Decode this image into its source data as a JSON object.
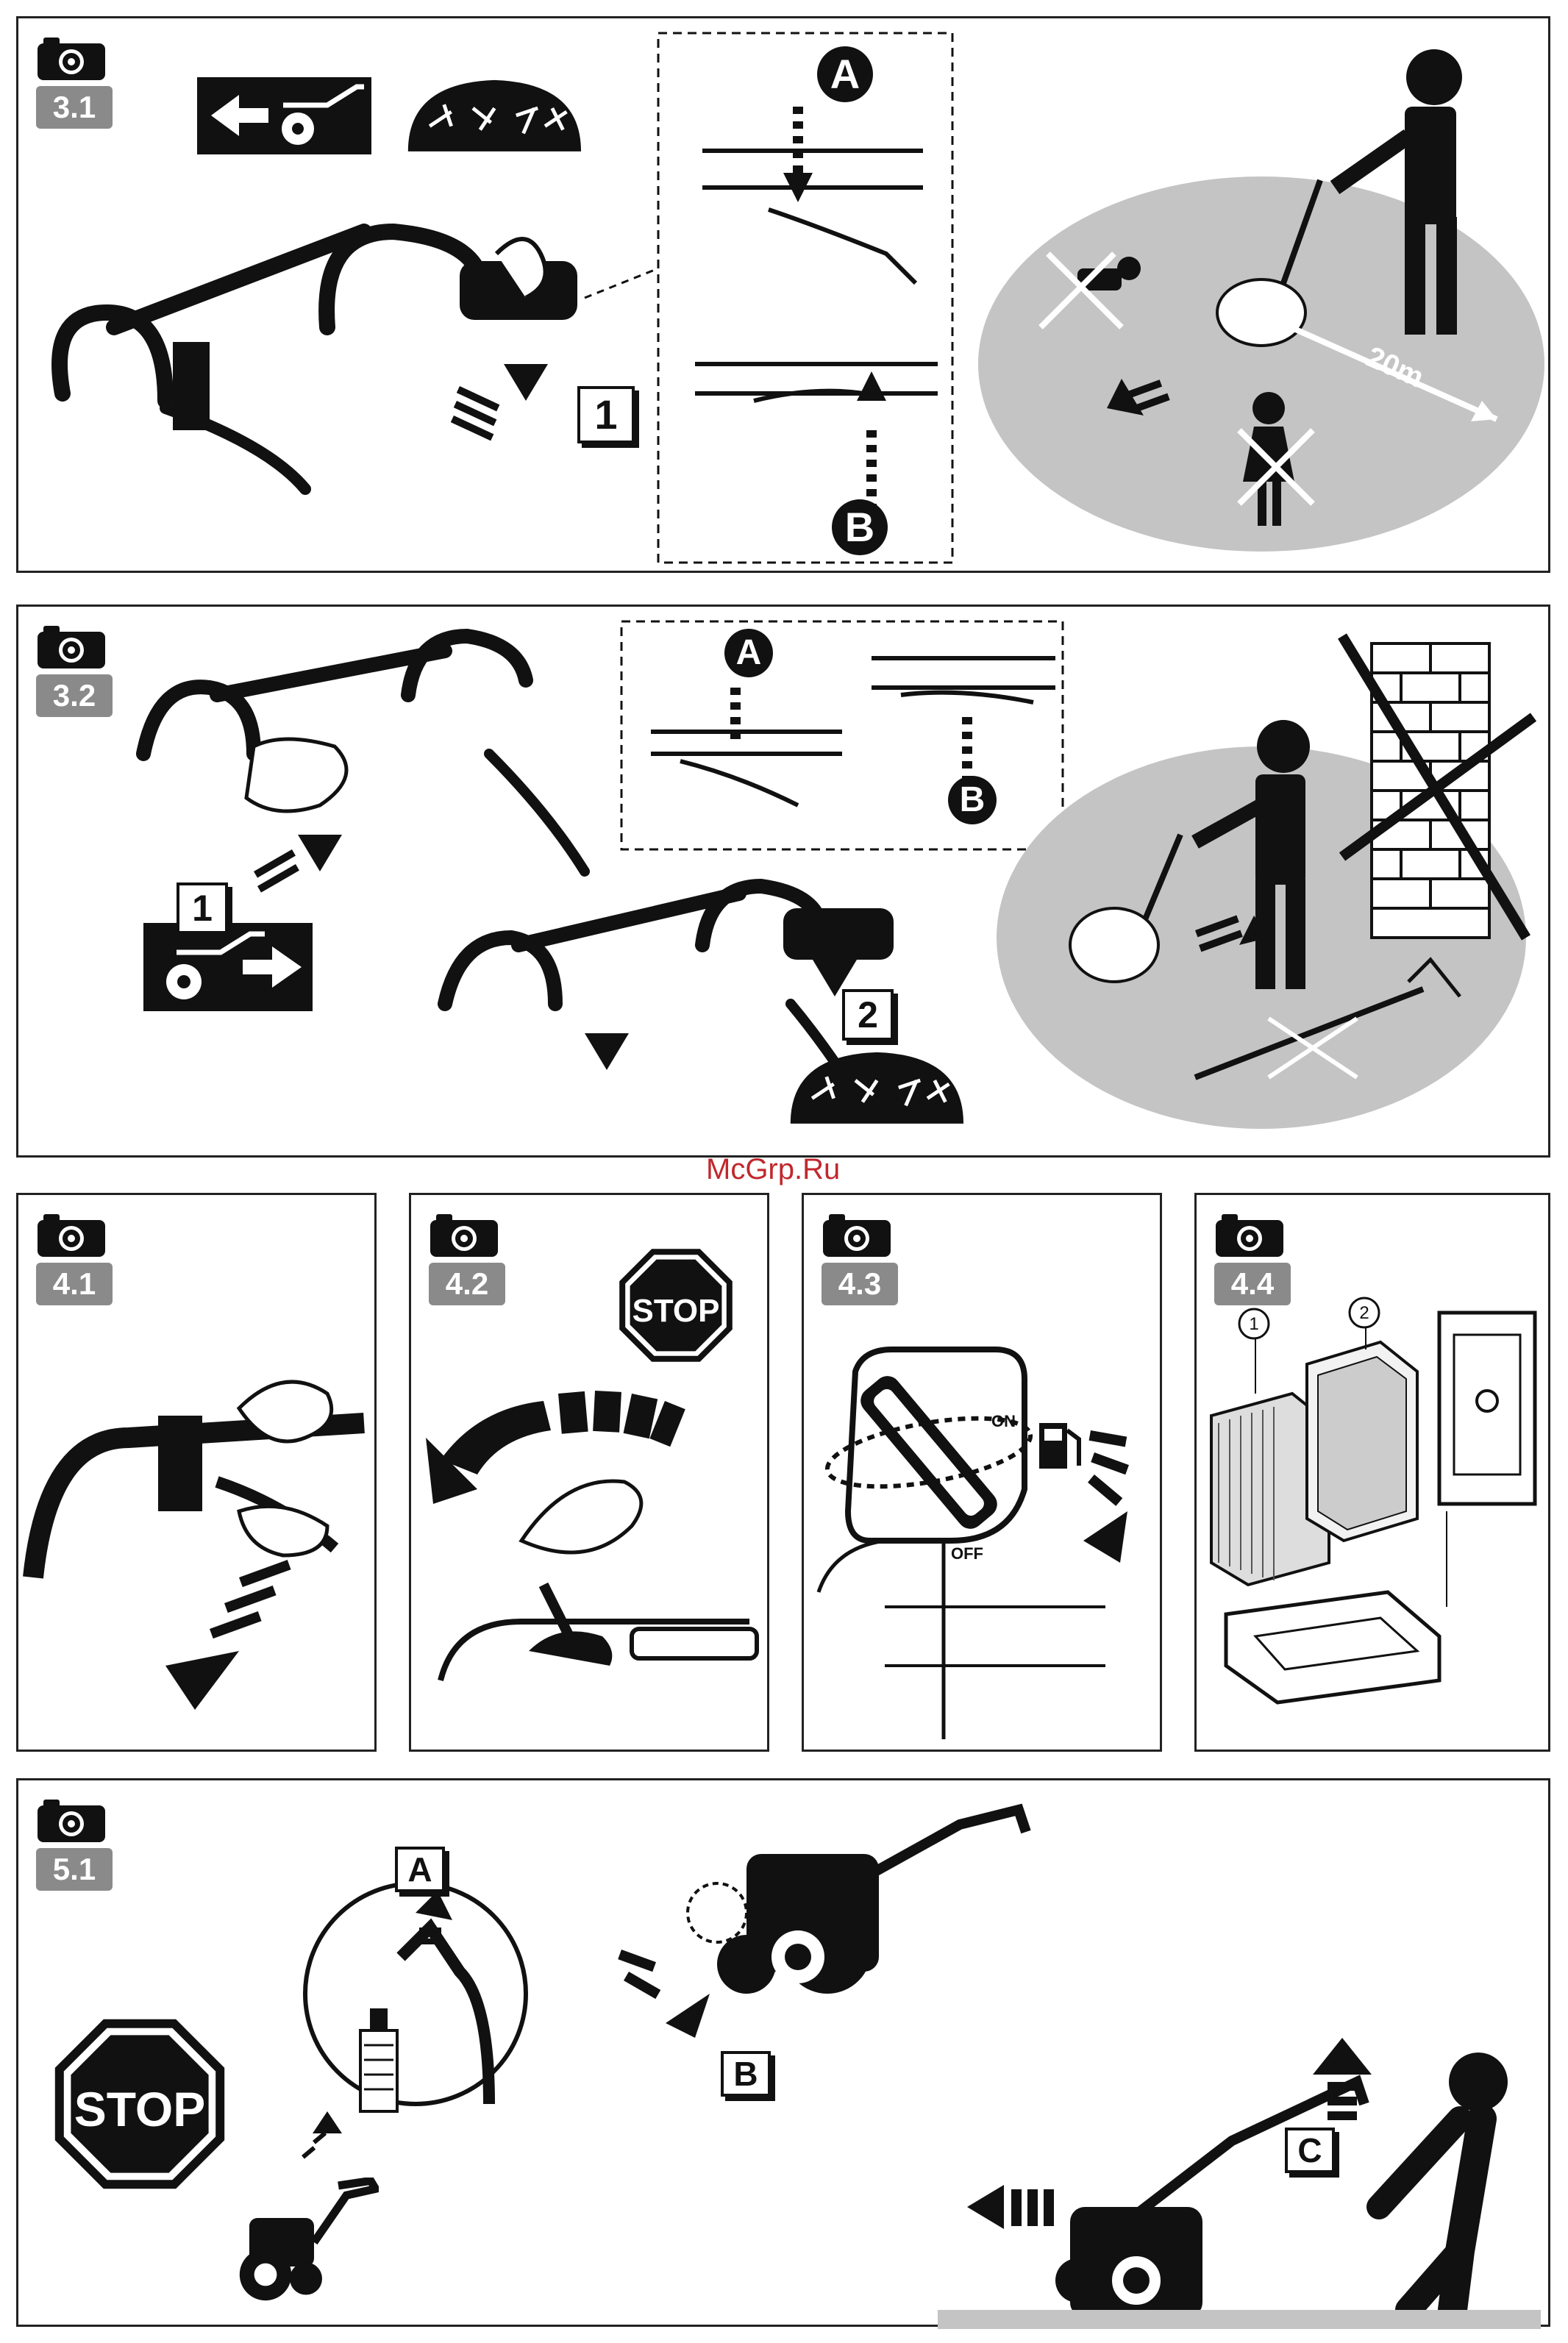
{
  "watermark": "McGrp.Ru",
  "colors": {
    "ink": "#111111",
    "ground": "#c4c4c4",
    "tag": "#8a8a8a",
    "watermark": "#c0282d"
  },
  "panels": [
    {
      "id": "3.1",
      "labels": {
        "step1": "1",
        "A": "A",
        "B": "B",
        "distance": "20m"
      }
    },
    {
      "id": "3.2",
      "labels": {
        "step1": "1",
        "step2": "2",
        "A": "A",
        "B": "B"
      }
    },
    {
      "id": "4.1"
    },
    {
      "id": "4.2",
      "stop": "STOP"
    },
    {
      "id": "4.3",
      "on": "ON",
      "off": "OFF"
    },
    {
      "id": "4.4",
      "part1": "1",
      "part2": "2"
    },
    {
      "id": "5.1",
      "stop": "STOP",
      "A": "A",
      "B": "B",
      "C": "C"
    }
  ],
  "icons": [
    "camera-icon",
    "reverse-arrow-icon",
    "forward-arrow-icon",
    "tines-icon",
    "stop-sign-icon",
    "fuel-pump-icon",
    "spark-plug-icon"
  ]
}
